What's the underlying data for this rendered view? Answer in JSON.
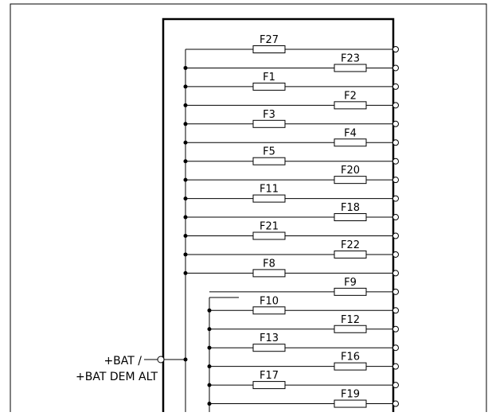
{
  "supply": {
    "line1": "+BAT /",
    "line2": "+BAT DEM ALT"
  },
  "upper_bus_fuses": [
    "F27",
    "F23",
    "F1",
    "F2",
    "F3",
    "F4",
    "F5",
    "F20",
    "F11",
    "F18",
    "F21",
    "F22",
    "F8"
  ],
  "lower_bus_fuses": [
    "F9",
    "F10",
    "F12",
    "F13",
    "F16",
    "F17",
    "F19"
  ]
}
